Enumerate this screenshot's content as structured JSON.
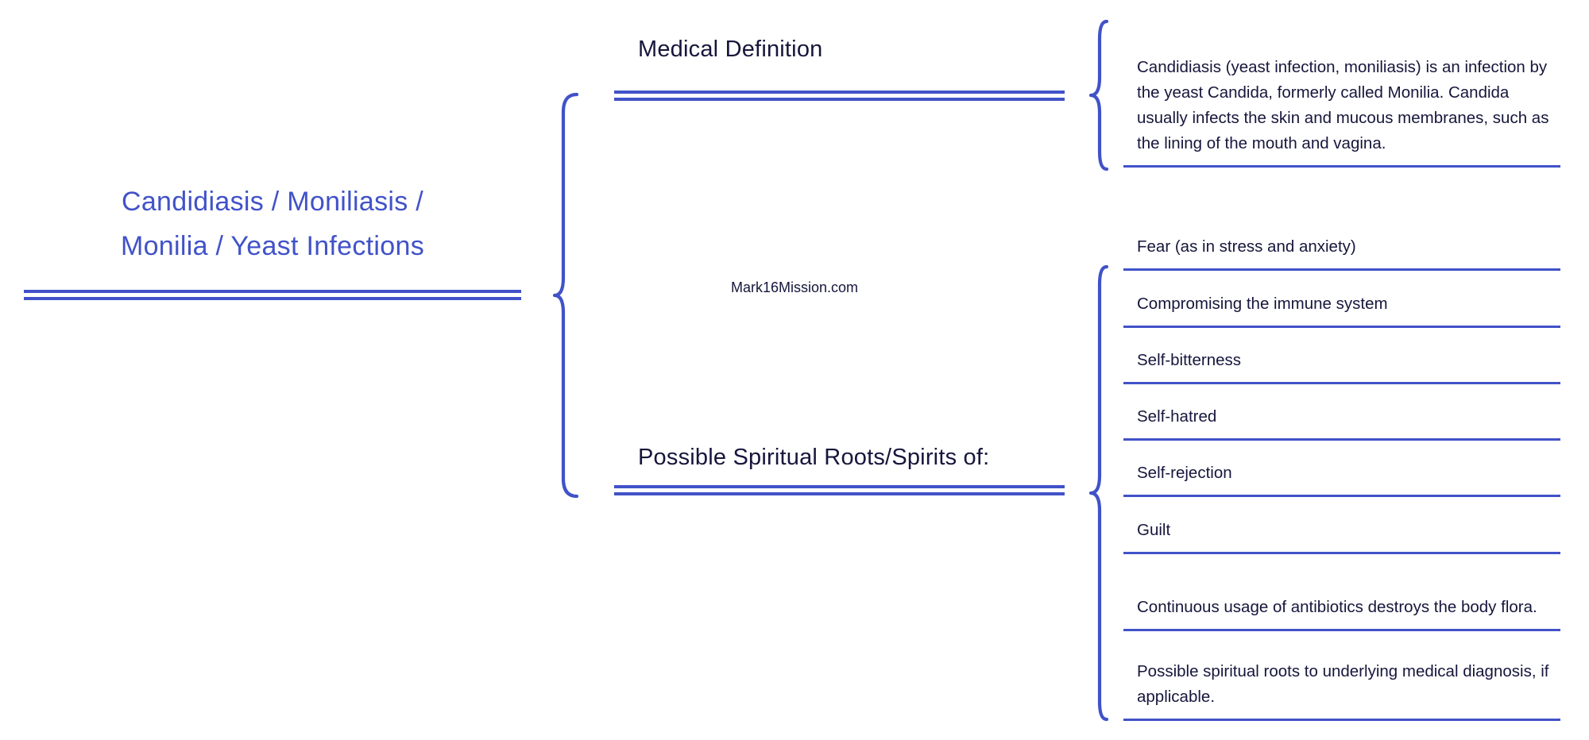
{
  "colors": {
    "accent": "#4152c8",
    "ink": "#16163c"
  },
  "root": {
    "line1": "Candidiasis / Moniliasis /",
    "line2": "Monilia / Yeast Infections"
  },
  "watermark": "Mark16Mission.com",
  "branches": [
    {
      "label": "Medical Definition",
      "children": [
        "Candidiasis (yeast infection, moniliasis) is an infection by the yeast Candida, formerly called Monilia. Candida usually infects the skin and mucous membranes, such as the lining of the mouth and vagina."
      ]
    },
    {
      "label": "Possible Spiritual Roots/Spirits of:",
      "children": [
        "Fear (as in stress and anxiety)",
        "Compromising the immune system",
        "Self-bitterness",
        "Self-hatred",
        "Self-rejection",
        "Guilt",
        "Continuous usage of antibiotics destroys the body flora.",
        "Possible spiritual roots to underlying medical diagnosis, if applicable."
      ]
    }
  ]
}
